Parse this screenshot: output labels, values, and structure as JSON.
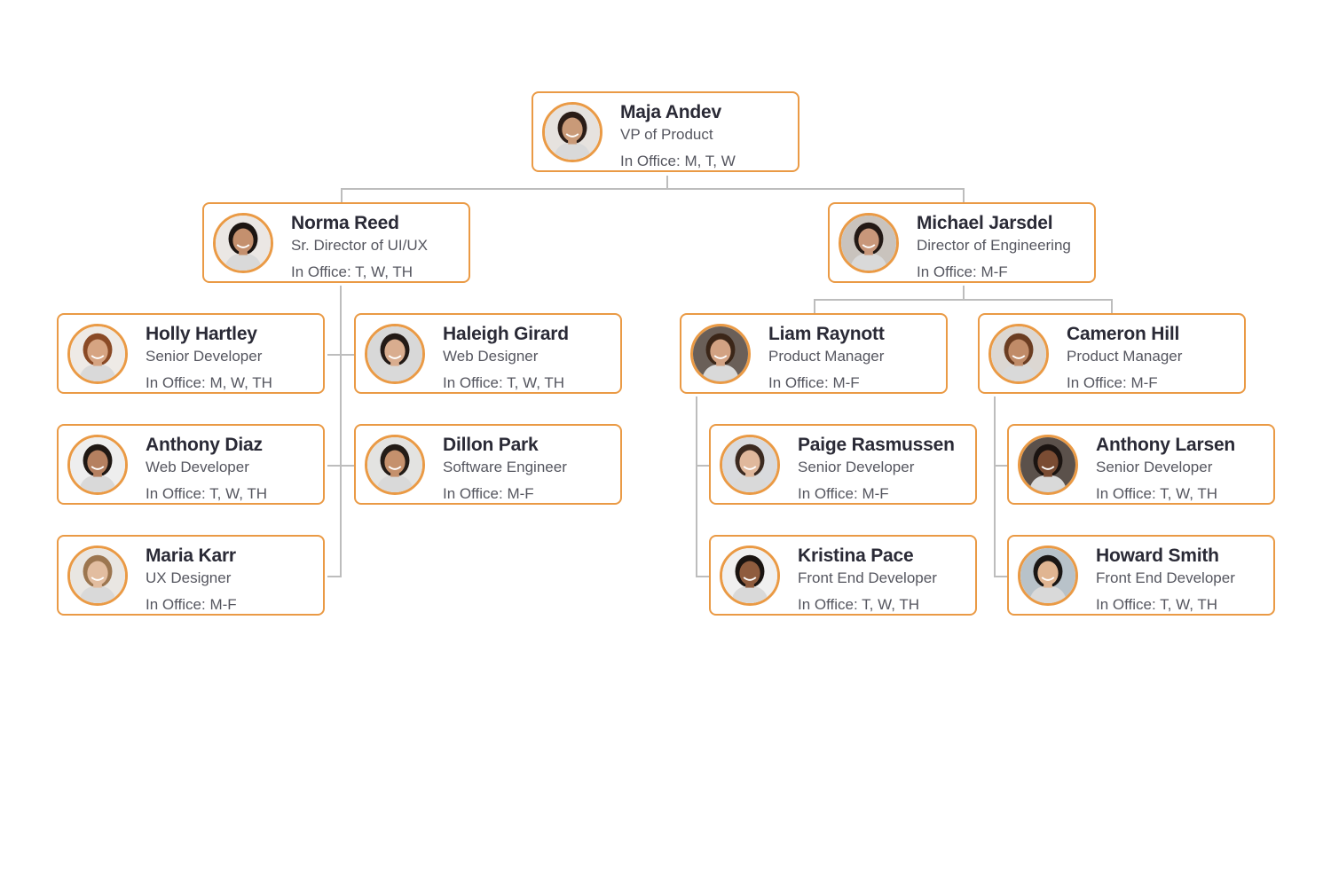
{
  "org_chart": {
    "accent_color": "#EA9A45",
    "connector_color": "#BDBDBD",
    "nodes": {
      "maja": {
        "name": "Maja Andev",
        "title": "VP of Product",
        "office": "In Office: M, T, W",
        "skin": "#c99a78",
        "hair": "#2a1c16",
        "bg": "#e6e2de"
      },
      "norma": {
        "name": "Norma Reed",
        "title": "Sr. Director of UI/UX",
        "office": "In Office: T, W, TH",
        "skin": "#c4906e",
        "hair": "#1c1512",
        "bg": "#ebe7e4"
      },
      "michael": {
        "name": "Michael Jarsdel",
        "title": "Director of Engineering",
        "office": "In Office: M-F",
        "skin": "#c8977a",
        "hair": "#231915",
        "bg": "#c9c3bd"
      },
      "holly": {
        "name": "Holly Hartley",
        "title": "Senior Developer",
        "office": "In Office: M, W, TH",
        "skin": "#d6a482",
        "hair": "#8a4a26",
        "bg": "#eeeae6"
      },
      "haleigh": {
        "name": "Haleigh Girard",
        "title": "Web Designer",
        "office": "In Office: T, W, TH",
        "skin": "#d9ad8f",
        "hair": "#231a16",
        "bg": "#d8d8d8"
      },
      "anthonyd": {
        "name": "Anthony Diaz",
        "title": "Web Developer",
        "office": "In Office: T, W, TH",
        "skin": "#b58060",
        "hair": "#1f1814",
        "bg": "#eeeeee"
      },
      "dillon": {
        "name": "Dillon Park",
        "title": "Software Engineer",
        "office": "In Office: M-F",
        "skin": "#c5916d",
        "hair": "#231c17",
        "bg": "#e3e3e1"
      },
      "maria": {
        "name": "Maria Karr",
        "title": "UX Designer",
        "office": "In Office: M-F",
        "skin": "#e2bda0",
        "hair": "#9c7650",
        "bg": "#e9e6e2"
      },
      "liam": {
        "name": "Liam Raynott",
        "title": "Product Manager",
        "office": "In Office: M-F",
        "skin": "#d2a283",
        "hair": "#3b2618",
        "bg": "#6a5f58"
      },
      "cameron": {
        "name": "Cameron Hill",
        "title": "Product Manager",
        "office": "In Office: M-F",
        "skin": "#c08b68",
        "hair": "#6b3d22",
        "bg": "#dcd7d2"
      },
      "paige": {
        "name": "Paige Rasmussen",
        "title": "Senior Developer",
        "office": "In Office: M-F",
        "skin": "#e0b89c",
        "hair": "#3c2a20",
        "bg": "#d9dadd"
      },
      "kristina": {
        "name": "Kristina Pace",
        "title": "Front End Developer",
        "office": "In Office: T, W, TH",
        "skin": "#8f5c3e",
        "hair": "#1a1411",
        "bg": "#f0f0f0"
      },
      "anthonyl": {
        "name": "Anthony Larsen",
        "title": "Senior Developer",
        "office": "In Office: T, W, TH",
        "skin": "#7a4c33",
        "hair": "#1b1411",
        "bg": "#5b514b"
      },
      "howard": {
        "name": "Howard Smith",
        "title": "Front End Developer",
        "office": "In Office: T, W, TH",
        "skin": "#e0b592",
        "hair": "#1a1614",
        "bg": "#b8c2c9"
      }
    }
  }
}
